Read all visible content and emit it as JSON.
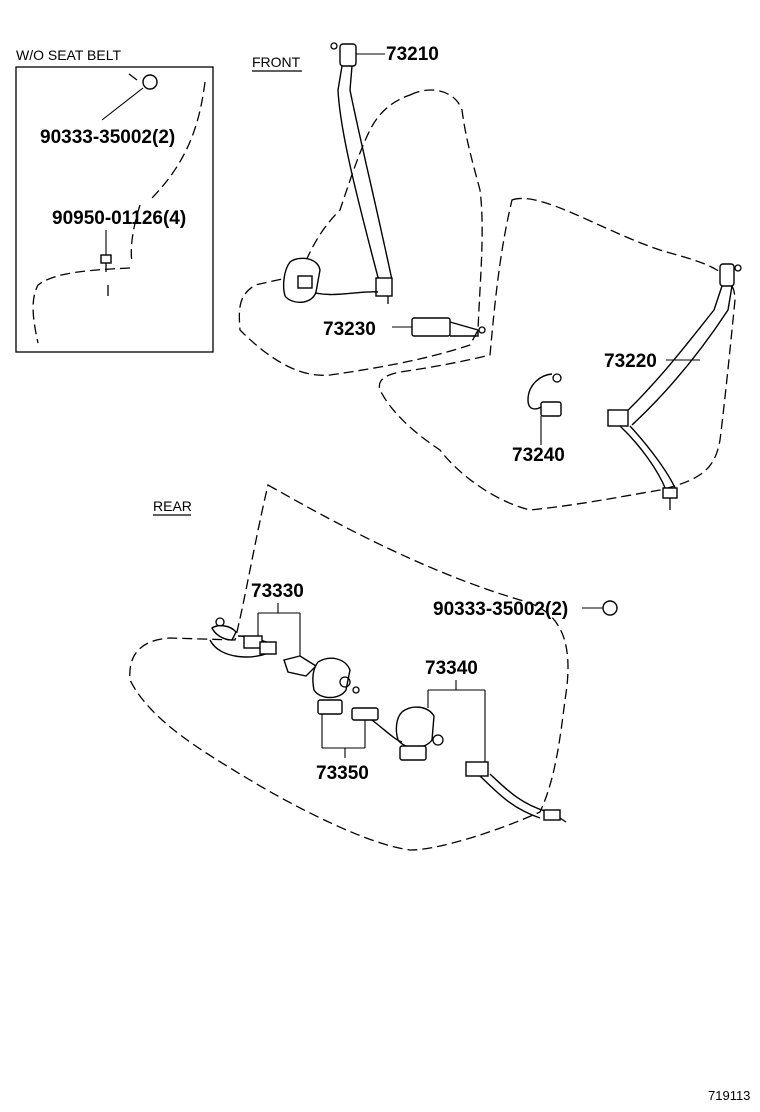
{
  "inset": {
    "title": "W/O  SEAT BELT",
    "part_a": "90333-35002(2)",
    "part_b": "90950-01126(4)"
  },
  "sections": {
    "front": "FRONT",
    "rear": "REAR"
  },
  "parts": {
    "p73210": "73210",
    "p73230": "73230",
    "p73220": "73220",
    "p73240": "73240",
    "p73330": "73330",
    "p73350": "73350",
    "p73340": "73340",
    "p90333": "90333-35002(2)"
  },
  "diagram_ref": "719113"
}
